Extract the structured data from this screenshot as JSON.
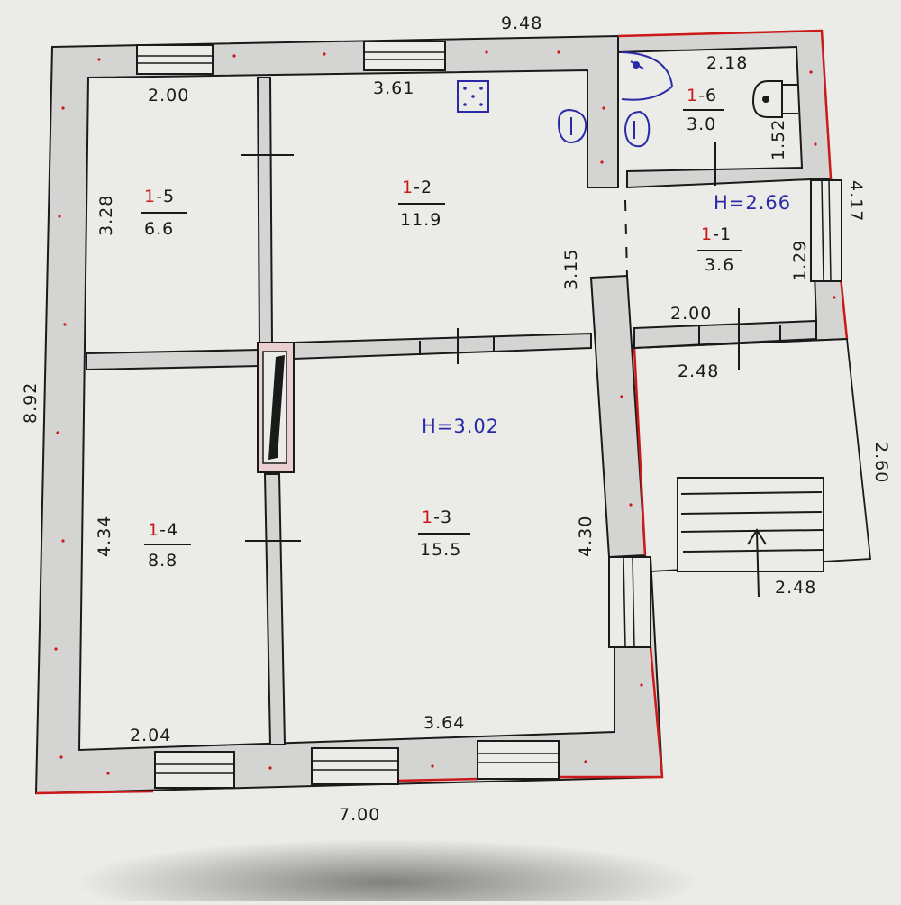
{
  "colors": {
    "paper": "#ebebe8",
    "wall_fill": "#d4d4d2",
    "ink": "#1a1a1a",
    "accent_red": "#cc1a1a",
    "accent_blue": "#2a2aa8"
  },
  "plan": {
    "overall_top": "9.48",
    "overall_left": "8.92",
    "overall_bottom": "7.00",
    "right_upper": "4.17",
    "right_lower": "2.60",
    "porch_width": "2.48",
    "porch_opening": "2.48",
    "heights": {
      "main": "H=3.02",
      "annex": "H=2.66"
    },
    "rooms": [
      {
        "id": "1-5",
        "prefix": "1",
        "suffix": "-5",
        "area": "6.6",
        "width": "2.00",
        "depth": "3.28"
      },
      {
        "id": "1-2",
        "prefix": "1",
        "suffix": "-2",
        "area": "11.9",
        "width": "3.61",
        "depth": "3.15"
      },
      {
        "id": "1-6",
        "prefix": "1",
        "suffix": "-6",
        "area": "3.0",
        "width": "2.18",
        "depth": "1.52"
      },
      {
        "id": "1-1",
        "prefix": "1",
        "suffix": "-1",
        "area": "3.6",
        "width": "2.00",
        "depth": "1.29"
      },
      {
        "id": "1-4",
        "prefix": "1",
        "suffix": "-4",
        "area": "8.8",
        "width": "2.04",
        "depth": "4.34"
      },
      {
        "id": "1-3",
        "prefix": "1",
        "suffix": "-3",
        "area": "15.5",
        "width": "3.64",
        "depth": "4.30"
      }
    ]
  }
}
